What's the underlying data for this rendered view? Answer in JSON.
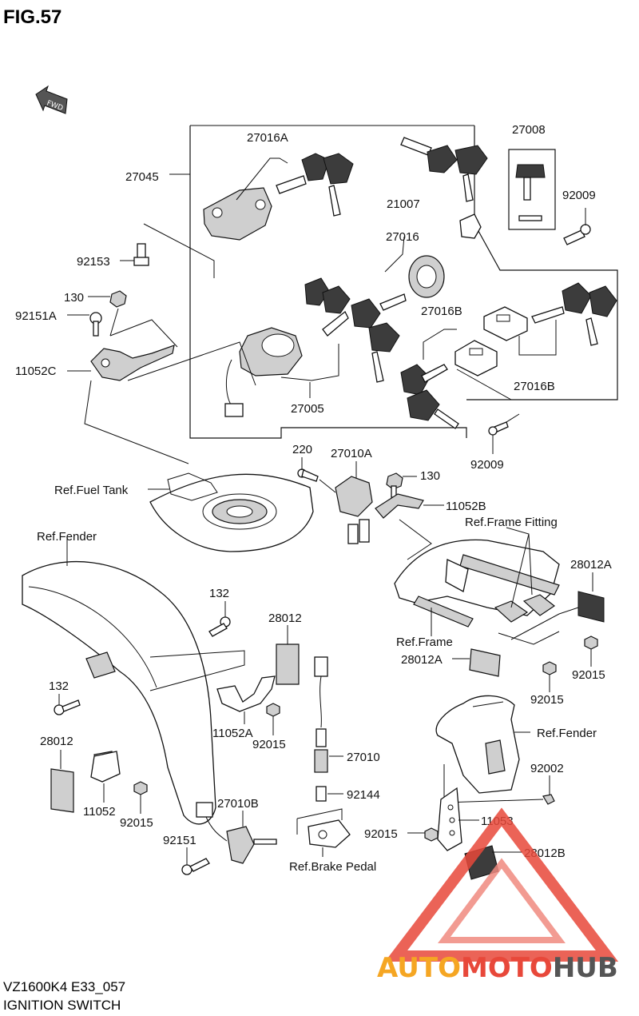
{
  "figure": {
    "title": "FIG.57",
    "code": "VZ1600K4 E33_057",
    "name": "IGNITION SWITCH"
  },
  "fwd_label": "FWD",
  "watermark": {
    "part1": "AUTO",
    "part2": "MOTO",
    "part3": "HUB",
    "color_orange": "#f5a623",
    "color_red": "#e8483a",
    "color_dark": "#555555"
  },
  "labels": {
    "p27016A": "27016A",
    "p27045": "27045",
    "p27008": "27008",
    "p21007": "21007",
    "p92009a": "92009",
    "p92153": "92153",
    "p27016": "27016",
    "p130a": "130",
    "p92151A": "92151A",
    "p27016Ba": "27016B",
    "p11052C": "11052C",
    "p27016Bb": "27016B",
    "p27005": "27005",
    "p220": "220",
    "p27010A": "27010A",
    "p92009b": "92009",
    "p130b": "130",
    "refFuelTank": "Ref.Fuel Tank",
    "p11052B": "11052B",
    "refFender1": "Ref.Fender",
    "refFrameFitting": "Ref.Frame Fitting",
    "p28012A1": "28012A",
    "p132a": "132",
    "p28012a": "28012",
    "refFrame": "Ref.Frame",
    "p28012A2": "28012A",
    "p92015a": "92015",
    "p132b": "132",
    "p92015b": "92015",
    "refFender2": "Ref.Fender",
    "p11052A": "11052A",
    "p92015c": "92015",
    "p28012b": "28012",
    "p27010": "27010",
    "p92002": "92002",
    "p11052": "11052",
    "p92144": "92144",
    "p92015d": "92015",
    "p27010B": "27010B",
    "p11053": "11053",
    "p92015e": "92015",
    "p92151": "92151",
    "p28012B": "28012B",
    "refBrakePedal": "Ref.Brake Pedal"
  }
}
